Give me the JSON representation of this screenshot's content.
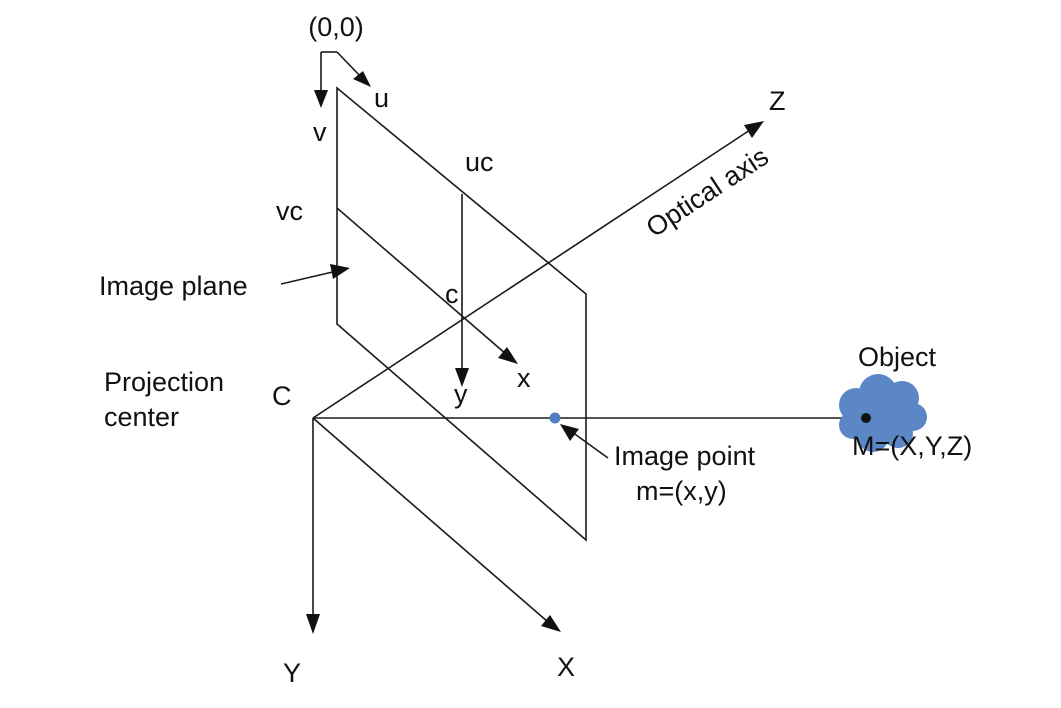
{
  "colors": {
    "line": "#1a1a1a",
    "object_fill": "#5b87c6",
    "image_point": "#4f7fc0"
  },
  "labels": {
    "origin": "(0,0)",
    "u_axis": "u",
    "v_axis": "v",
    "uc": "uc",
    "vc": "vc",
    "principal_point": "c",
    "x_axis": "x",
    "y_axis": "y",
    "image_plane": "Image plane",
    "projection_center_line1": "Projection",
    "projection_center_line2": "center",
    "camera_center": "C",
    "optical_axis": "Optical axis",
    "z_axis": "Z",
    "object": "Object",
    "world_point": "M=(X,Y,Z)",
    "image_point_line1": "Image point",
    "image_point_line2": "m=(x,y)",
    "world_x_axis": "X",
    "world_y_axis": "Y"
  },
  "icons": {
    "object": "cloud-shape",
    "image_point": "dot-marker"
  }
}
